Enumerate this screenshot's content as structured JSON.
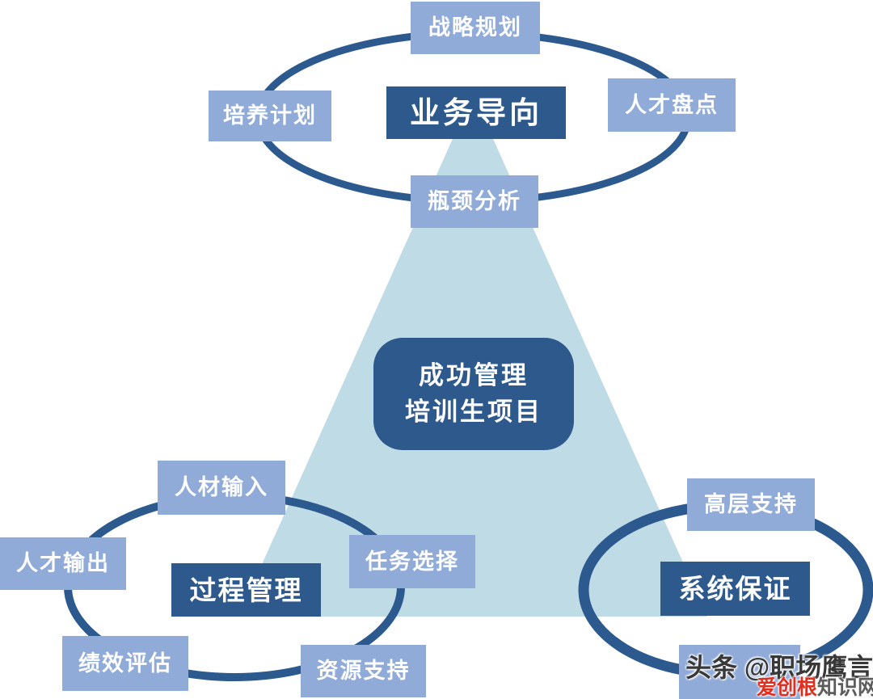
{
  "colors": {
    "background": "#ffffff",
    "light_box": "#90abd8",
    "dark_box": "#2e598c",
    "triangle": "#bedbe6",
    "ellipse_stroke": "#2d5a8e",
    "box_text": "#ffffff",
    "watermark_dark": "#383838",
    "watermark_gray": "#5c5c5c",
    "watermark_red": "#df2f1e"
  },
  "center_box": {
    "line1": "成功管理",
    "line2": "培训生项目"
  },
  "clusters": {
    "business": {
      "core_label": "业务导向",
      "satellite_top": "战略规划",
      "satellite_left": "培养计划",
      "satellite_right": "人才盘点",
      "satellite_bottom": "瓶颈分析"
    },
    "process": {
      "core_label": "过程管理",
      "satellite_top": "人材输入",
      "satellite_left": "人才输出",
      "satellite_right": "任务选择",
      "satellite_bottom_left": "绩效评估",
      "satellite_bottom_right": "资源支持"
    },
    "system": {
      "core_label": "系统保证",
      "satellite_top": "高层支持",
      "satellite_bottom": ""
    }
  },
  "watermark": {
    "line1": "头条 @职场鹰言",
    "line2_red": "爱创根",
    "line2_gray": "知识网"
  }
}
